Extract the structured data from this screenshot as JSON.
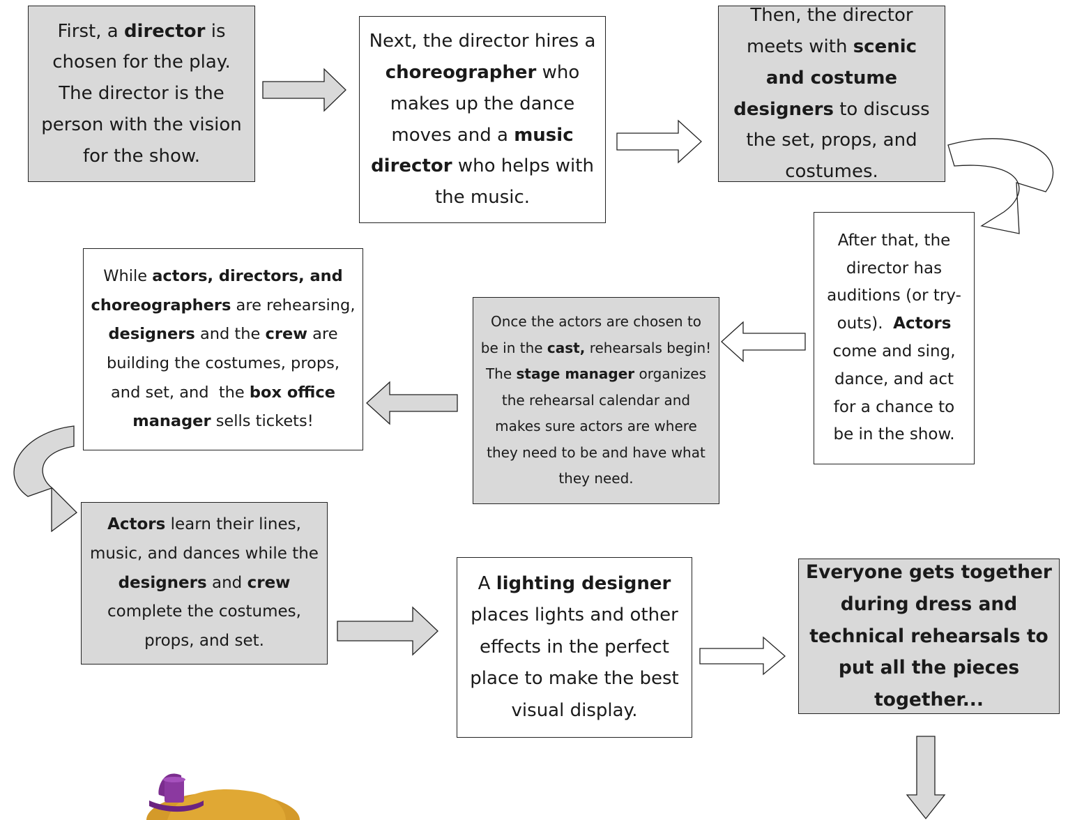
{
  "steps": [
    {
      "id": "director",
      "fill": "gray",
      "segments": [
        {
          "t": "First, a ",
          "b": false
        },
        {
          "t": "director",
          "b": true
        },
        {
          "t": " is chosen for the play. The director is the person with the vision for the show.",
          "b": false
        }
      ]
    },
    {
      "id": "choreographer",
      "fill": "white",
      "segments": [
        {
          "t": "Next, the director hires a ",
          "b": false
        },
        {
          "t": "choreographer",
          "b": true
        },
        {
          "t": " who makes up the dance moves and a ",
          "b": false
        },
        {
          "t": "music director",
          "b": true
        },
        {
          "t": " who helps with the music.",
          "b": false
        }
      ]
    },
    {
      "id": "designers",
      "fill": "gray",
      "segments": [
        {
          "t": "Then, the director meets with ",
          "b": false
        },
        {
          "t": "scenic and costume designers",
          "b": true
        },
        {
          "t": " to discuss the set, props, and costumes.",
          "b": false
        }
      ]
    },
    {
      "id": "auditions",
      "fill": "white",
      "segments": [
        {
          "t": "After that, the director has auditions (or try-outs).  ",
          "b": false
        },
        {
          "t": "Actors",
          "b": true
        },
        {
          "t": " come and sing, dance, and act for a chance to be in the show.",
          "b": false
        }
      ]
    },
    {
      "id": "cast",
      "fill": "gray",
      "segments": [
        {
          "t": "Once the actors are chosen to be in the ",
          "b": false
        },
        {
          "t": "cast,",
          "b": true
        },
        {
          "t": " rehearsals begin!  The ",
          "b": false
        },
        {
          "t": "stage manager",
          "b": true
        },
        {
          "t": " organizes the rehearsal calendar and makes sure actors are where they need to be and have what they need.",
          "b": false
        }
      ]
    },
    {
      "id": "rehearsing",
      "fill": "white",
      "segments": [
        {
          "t": "While ",
          "b": false
        },
        {
          "t": "actors, directors, and choreographers",
          "b": true
        },
        {
          "t": " are rehearsing, ",
          "b": false
        },
        {
          "t": "designers",
          "b": true
        },
        {
          "t": " and the ",
          "b": false
        },
        {
          "t": "crew",
          "b": true
        },
        {
          "t": " are building the costumes, props, and set, and  the ",
          "b": false
        },
        {
          "t": "box office manager",
          "b": true
        },
        {
          "t": " sells tickets!",
          "b": false
        }
      ]
    },
    {
      "id": "actors-learn",
      "fill": "gray",
      "segments": [
        {
          "t": "Actors",
          "b": true
        },
        {
          "t": " learn their lines, music, and dances while the ",
          "b": false
        },
        {
          "t": "designers",
          "b": true
        },
        {
          "t": " and ",
          "b": false
        },
        {
          "t": "crew",
          "b": true
        },
        {
          "t": " complete the costumes, props, and set.",
          "b": false
        }
      ]
    },
    {
      "id": "lighting",
      "fill": "white",
      "segments": [
        {
          "t": "A ",
          "b": false
        },
        {
          "t": "lighting designer",
          "b": true
        },
        {
          "t": " places lights and other effects in the perfect place to make the best visual display.",
          "b": false
        }
      ]
    },
    {
      "id": "together",
      "fill": "gray",
      "segments": [
        {
          "t": "Everyone gets together during dress and technical rehearsals to put all the pieces together...",
          "b": true
        }
      ]
    }
  ],
  "colors": {
    "gray_box": "#d9d9d9",
    "white_box": "#ffffff",
    "border": "#222222",
    "arrow_gray": "#d9d9d9",
    "arrow_white": "#ffffff"
  }
}
